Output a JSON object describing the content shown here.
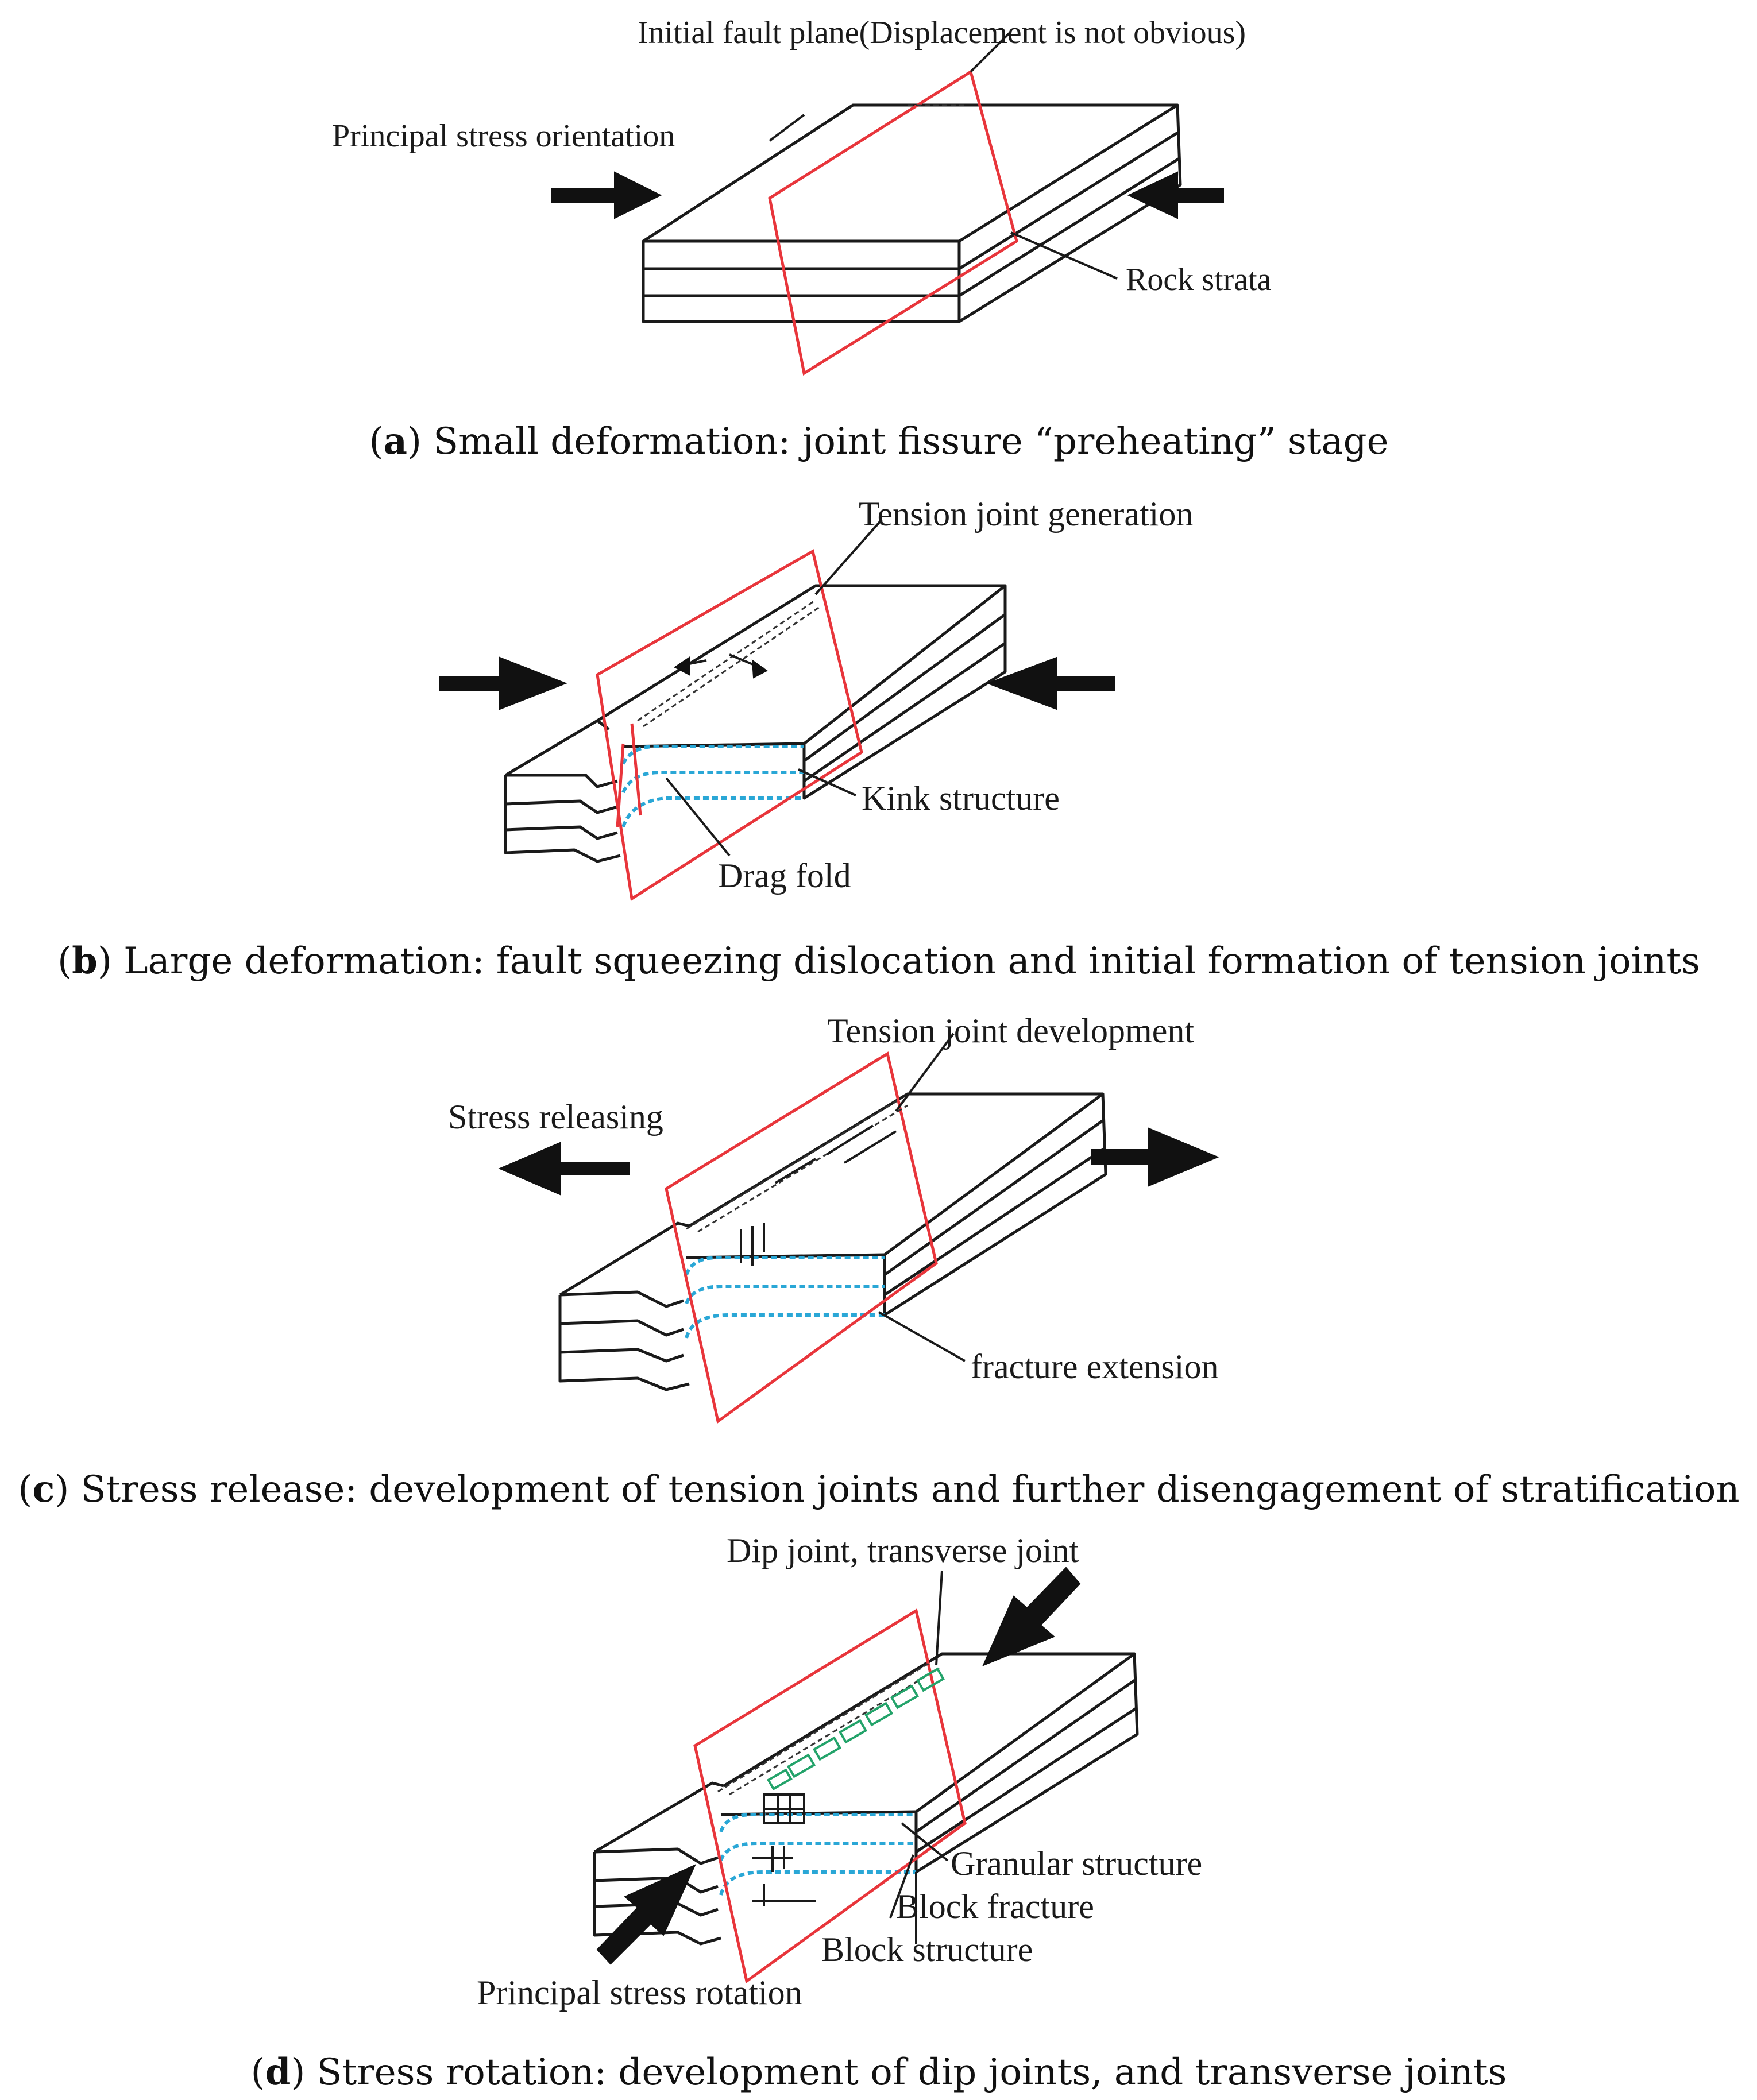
{
  "panels": [
    {
      "id": "a",
      "caption_letter": "a",
      "caption_text": " Small deformation: joint fissure “preheating” stage",
      "labels": {
        "fault_plane": "Initial fault plane(Displacement is not obvious)",
        "stress": "Principal stress orientation",
        "strata": "Rock strata"
      }
    },
    {
      "id": "b",
      "caption_letter": "b",
      "caption_text": " Large deformation: fault squeezing dislocation and initial formation of tension joints",
      "labels": {
        "tension": "Tension joint generation",
        "kink": "Kink structure",
        "drag": "Drag fold"
      }
    },
    {
      "id": "c",
      "caption_letter": "c",
      "caption_text": " Stress release: development of tension joints and further disengagement of stratification",
      "labels": {
        "tension": "Tension joint development",
        "release": "Stress releasing",
        "fracture": "fracture  extension"
      }
    },
    {
      "id": "d",
      "caption_letter": "d",
      "caption_text": " Stress rotation: development of dip joints, and transverse joints",
      "labels": {
        "dip": "Dip joint, transverse joint",
        "granular": "Granular structure",
        "block_fracture": "Block fracture",
        "block_structure": "Block structure",
        "rotation": "Principal stress rotation"
      }
    }
  ],
  "colors": {
    "fault_plane": "#e8353b",
    "kink_line": "#2aa7d6",
    "joint_green": "#23a36a",
    "ink": "#1a1a1a"
  },
  "caption_open": "(",
  "caption_close": ")"
}
